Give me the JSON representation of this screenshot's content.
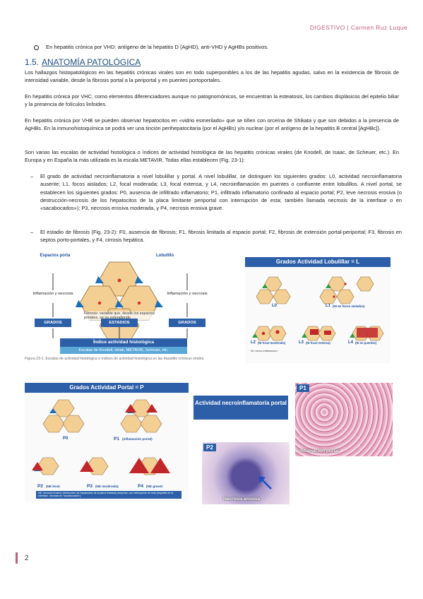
{
  "header": {
    "text": "DIGESTIVO | Carmen Ruz Luque"
  },
  "bullet_intro": "En hepatitis crónica por VHD: antígeno de la hepatitis D (AgHD), anti-VHD y AgHBs positivos.",
  "section": {
    "number": "1.5.",
    "title": "ANATOMÍA PATOLÓGICA"
  },
  "paragraphs": [
    "Los hallazgos histopatológicos en las hepatitis crónicas virales son en todo superponibles a los de las hepatitis agudas, salvo en la existencia de fibrosis de intensidad variable, desde la fibrosis portal a la periportal y en puentes portoportales.",
    "En hepatitis crónica por VHC, como elementos diferenciadores aunque no patognomónicos, se encuentran la esteatosis, los cambios displásicos del epitelio biliar y la presencia de folículos linfoides.",
    "En hepatitis crónica por VHB se pueden observar hepatocitos en «vidrio esmerilado» que se tiñen con orceína de Shikata y que son debidos a la presencia de AgHBs. En la inmunohistoquímica se podrá ver una tinción perihepatocitaria (por el AgHBs) y/o nuclear (por el antígeno de la hepatitis B central [AgHBc]).",
    "Son varias las escalas de actividad histológica o índices de actividad histológica de las hepatitis crónicas virales (de Knodell, de Isaac, de Scheuer, etc.). En Europa y en España la más utilizada es la escala METAVIR. Todas ellas establecen (Fig. 23-1):"
  ],
  "list_items": [
    "El grado de actividad necroinflamatoria a nivel lobulillar y portal. A nivel lobulillar, se distinguen los siguientes grados: L0, actividad necroinflamatoria ausente; L1, focos aislados; L2, focal moderada; L3, focal extensa, y L4, necroinflamación en puentes o confluente entre lobulillos. A nivel portal, se establecen los siguientes grados: P0, ausencia de infiltrado inflamatorio; P1, infiltrado inflamatorio confinado al espacio portal; P2, leve necrosis erosiva (o destrucción-necrosis de los hepatocitos de la placa limitante periportal con interrupción de esta; también llamada necrosis de la interfase o en «sacabocados»); P3, necrosis erosiva moderada, y P4, necrosis erosiva grave.",
    "El estadio de fibrosis (Fig. 23-2): F0, ausencia de fibrosis; F1, fibrosis limitada al espacio portal; F2, fibrosis de extensión portal-periportal; F3, fibrosis en septos porto-portales, y F4, cirrosis hepática."
  ],
  "fig1": {
    "label_espacios": "Espacios porta",
    "label_lobulillo": "Lobulillo",
    "label_inflamacion_left": "Inflamación y necrosis",
    "label_inflamacion_right": "Inflamación y necrosis",
    "fibrosis_text": "Fibrosis: variable que, desde los espacios portales, se va extendiendo",
    "grados_left": "GRADOS",
    "estadios": "ESTADIOS",
    "grados_right": "GRADOS",
    "indice": "Índice actividad histológica",
    "escalas": "Escalas de Knodell, Ishak, METAVIR, Scheuer, etc.",
    "caption": "Figura 23-1. Escalas de actividad histológica o índices de actividad histológica en las hepatitis crónicas virales."
  },
  "fig_lobulillar": {
    "title": "Grados Actividad Lobulillar = L",
    "l0": "L0",
    "l1": "L1",
    "l1_note": "(NI en focos aislados)",
    "l2": "L2",
    "l2_note": "(NI focal moderada)",
    "l3": "L3",
    "l3_note": "(NI focal extensa)",
    "l4": "L4",
    "l4_note": "(NI en puentes)",
    "ni_note": "NI: necro-inflamación"
  },
  "fig_portal": {
    "title": "Grados Actividad Portal = P",
    "p0": "P0",
    "p1": "P1",
    "p1_note": "(inflamación portal)",
    "p2": "P2",
    "p2_note": "(NE leve)",
    "p3": "P3",
    "p3_note": "(NE moderada)",
    "p4": "P4",
    "p4_note": "(NE grave)",
    "ne_note": "NE: necrosis erosiva: destrucción de hepatocitos de la placa limitante periportal, con interrupción de esta (hepatitis de la interfase, necrosis en \"sacabocados\")"
  },
  "fig_histo": {
    "title": "Actividad necroinflamatoria portal",
    "p1_badge": "P1",
    "p1_caption": "Inflamación portal",
    "p2_badge": "P2",
    "p2_caption": "Necrosis erosiva"
  },
  "footer": {
    "page": "2"
  }
}
